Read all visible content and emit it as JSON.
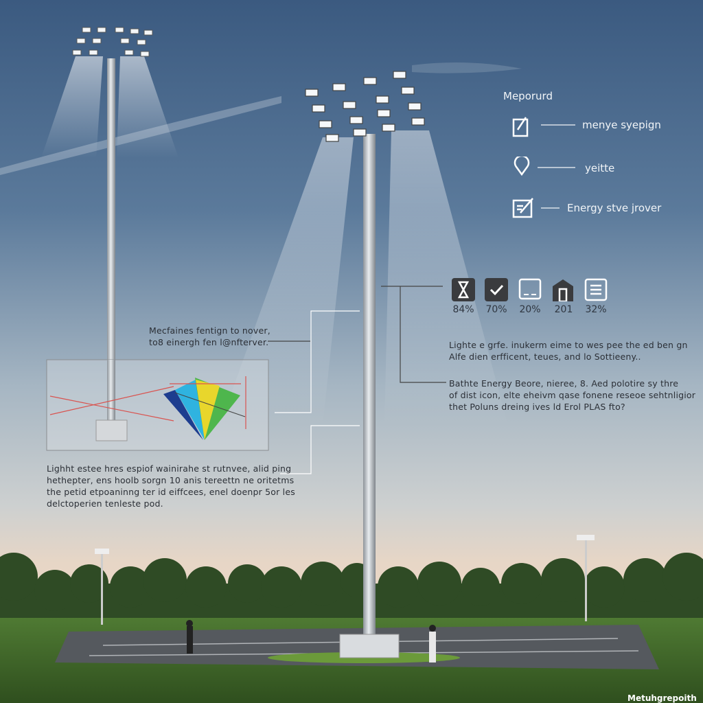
{
  "legend": {
    "title": "Meporurd",
    "items": [
      {
        "icon": "edit-checkbox-icon",
        "label": "menye syepign"
      },
      {
        "icon": "location-pin-icon",
        "label": "yeitte"
      },
      {
        "icon": "edit-document-icon",
        "label": "Energy  stve jrover"
      }
    ]
  },
  "stats": [
    {
      "icon": "hourglass-icon",
      "value": "84%"
    },
    {
      "icon": "checkmark-icon",
      "value": "70%"
    },
    {
      "icon": "monitor-icon",
      "value": "20%"
    },
    {
      "icon": "house-icon",
      "value": "201"
    },
    {
      "icon": "list-icon",
      "value": "32%"
    }
  ],
  "annotations": {
    "right_top": [
      "Lighte e grfe. inukerm eime to wes pee the ed ben gn",
      "Alfe dien erfficent, teues, and lo Sottieeny.."
    ],
    "right_bottom": [
      "Bathte Energy Beore, nieree, 8. Aed polotire sy thre",
      "of dist icon, elte eheivm qase fonene reseoe sehtnligior",
      "thet Poluns dreing ives ld Erol PLAS fto?"
    ],
    "left_top": [
      "Mecfaines fentign to nover,",
      "to8 einergh fen l@nfterver."
    ],
    "left_bottom": [
      "Lighht estee hres espiof wainirahe st rutnvee, alid ping",
      "hethepter, ens hoolb sorgn  10 anis tereettn ne oritetms",
      "the petid etpoaninng ter id eiffcees, enel  doenpr 5or les",
      "delctoperien tenleste pod."
    ]
  },
  "watermark": "Metuhgrepoith",
  "colors": {
    "sky_top": "#3d5c82",
    "sky_mid": "#9fb2c2",
    "horizon": "#e6d5c6",
    "diagram_blue": "#2fb3e0",
    "diagram_yellow": "#e8d62c",
    "diagram_green": "#3bb336",
    "diagram_navy": "#1d3d8f"
  }
}
